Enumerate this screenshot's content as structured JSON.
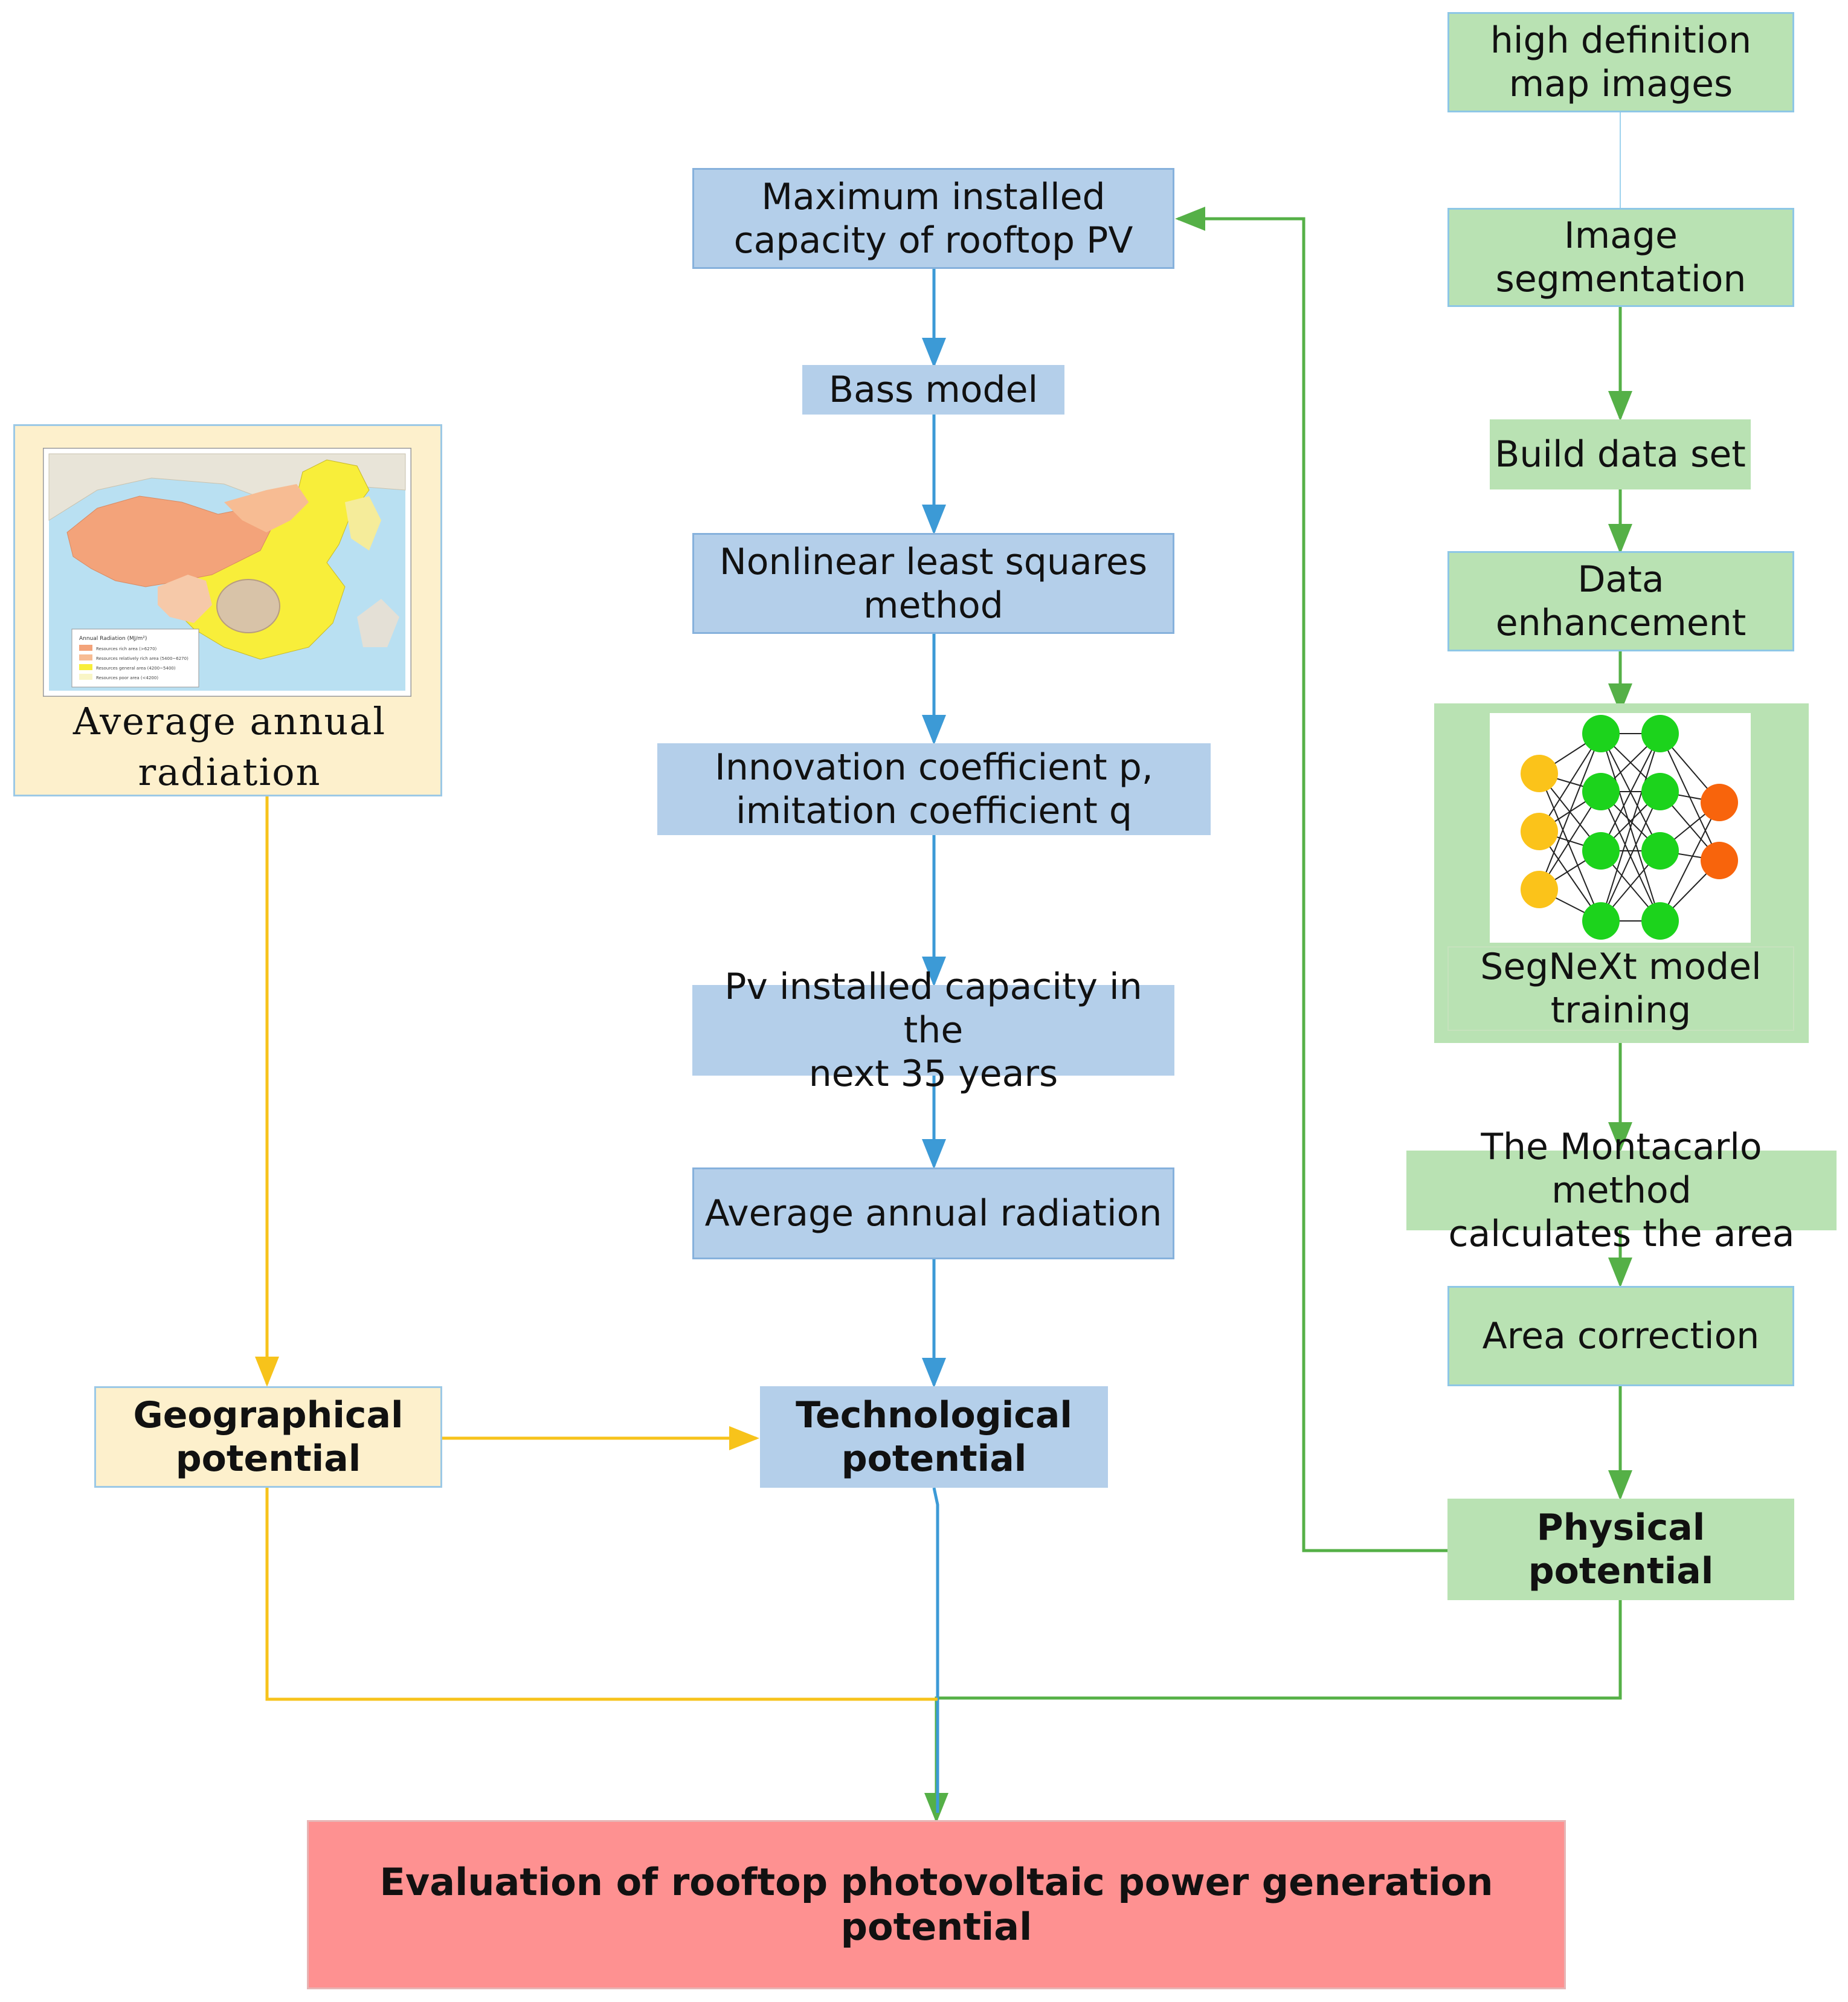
{
  "nodes": {
    "hd_images": "high definition\nmap images",
    "image_segmentation": "Image\nsegmentation",
    "build_dataset": "Build data set",
    "data_enhancement": "Data enhancement",
    "segnext": "SegNeXt model\ntraining",
    "montecarlo": "The Montacarlo method\ncalculates the area",
    "area_correction": "Area correction",
    "physical": "Physical potential",
    "max_capacity": "Maximum installed\ncapacity of rooftop PV",
    "bass_model": "Bass model",
    "nonlinear": "Nonlinear least squares\nmethod",
    "coefficients": "Innovation coefficient p,\nimitation coefficient q",
    "pv_capacity": "Pv installed capacity in the\nnext 35 years",
    "avg_radiation_blue": "Average annual radiation",
    "technological": "Technological\npotential",
    "avg_radiation_map": "Average annual\nradiation",
    "geographical": "Geographical\npotential",
    "evaluation": "Evaluation of rooftop photovoltaic power generation potential"
  },
  "map_legend": {
    "title": "Annual Radiation (MJ/m²)",
    "items": [
      "Resources rich area  (>6270)",
      "Resources relatively rich area  (5400~6270)",
      "Resources general area  (4200~5400)",
      "Resources poor area  (<4200)"
    ]
  },
  "colors": {
    "blue_arrow": "#3c9ad6",
    "green_arrow": "#55b047",
    "yellow_arrow": "#f7c31b"
  }
}
